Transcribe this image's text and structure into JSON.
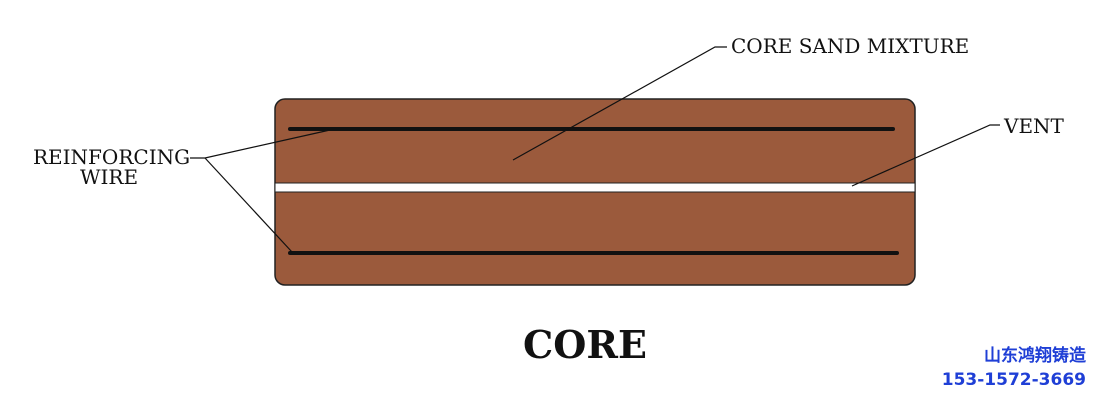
{
  "diagram": {
    "title": "CORE",
    "labels": {
      "core_sand_mixture": "CORE SAND MIXTURE",
      "vent": "VENT",
      "reinforcing_wire_line1": "REINFORCING",
      "reinforcing_wire_line2": "WIRE"
    },
    "colors": {
      "core_fill": "#9b5a3c",
      "wire": "#111111",
      "vent": "#ffffff",
      "text": "#111111"
    }
  },
  "watermark": {
    "company": "山东鸿翔铸造",
    "phone": "153-1572-3669",
    "color": "#1f3fd6"
  }
}
